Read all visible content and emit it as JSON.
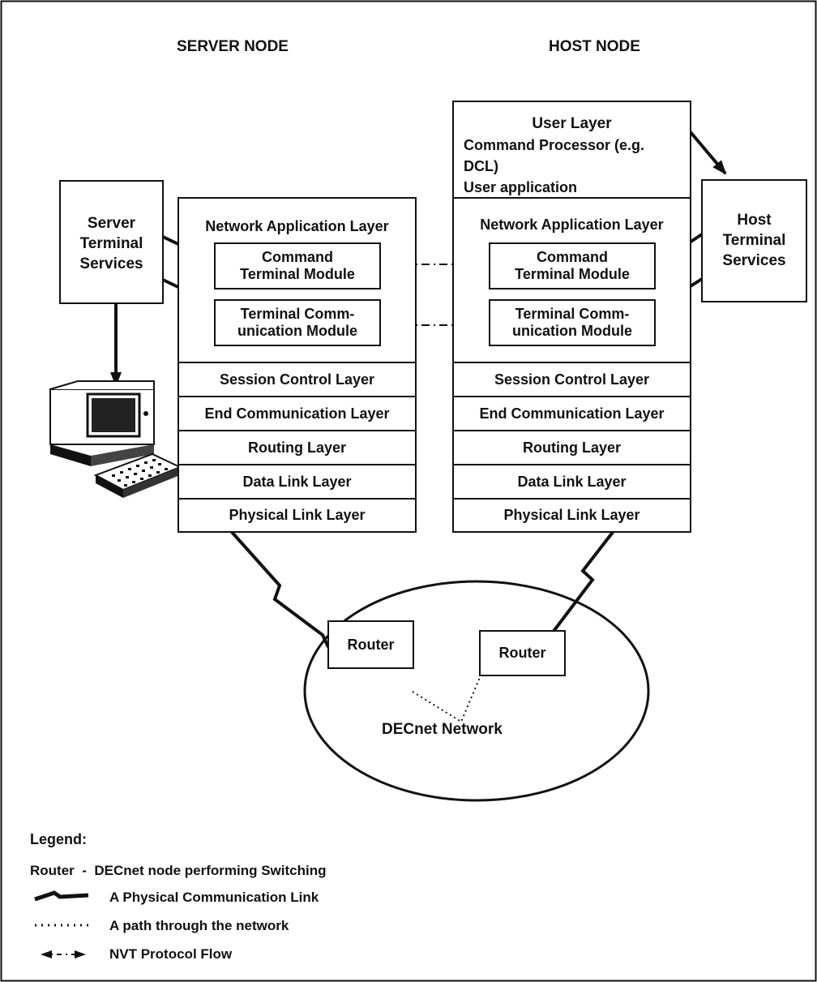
{
  "headers": {
    "server": "SERVER NODE",
    "host": "HOST NODE"
  },
  "server_stack": {
    "app_layer": "Network Application Layer",
    "cmd_module": [
      "Command",
      "Terminal Module"
    ],
    "comm_module": [
      "Terminal Comm-",
      "unication Module"
    ],
    "layers": [
      "Session Control Layer",
      "End Communication Layer",
      "Routing Layer",
      "Data Link Layer",
      "Physical Link Layer"
    ]
  },
  "host_stack": {
    "user_layer": [
      "User Layer",
      "Command Processor (e.g.",
      "DCL)",
      "User application"
    ],
    "app_layer": "Network Application Layer",
    "cmd_module": [
      "Command",
      "Terminal Module"
    ],
    "comm_module": [
      "Terminal Comm-",
      "unication Module"
    ],
    "layers": [
      "Session Control Layer",
      "End Communication Layer",
      "Routing Layer",
      "Data Link Layer",
      "Physical Link Layer"
    ]
  },
  "server_services": [
    "Server",
    "Terminal",
    "Services"
  ],
  "host_services": [
    "Host",
    "Terminal",
    "Services"
  ],
  "network": {
    "router_left": "Router",
    "router_right": "Router",
    "name": "DECnet Network"
  },
  "legend": {
    "title": "Legend:",
    "router_def": "Router  -  DECnet node performing Switching",
    "items": [
      "A Physical Communication Link",
      "A path through the network",
      "NVT Protocol Flow"
    ]
  }
}
